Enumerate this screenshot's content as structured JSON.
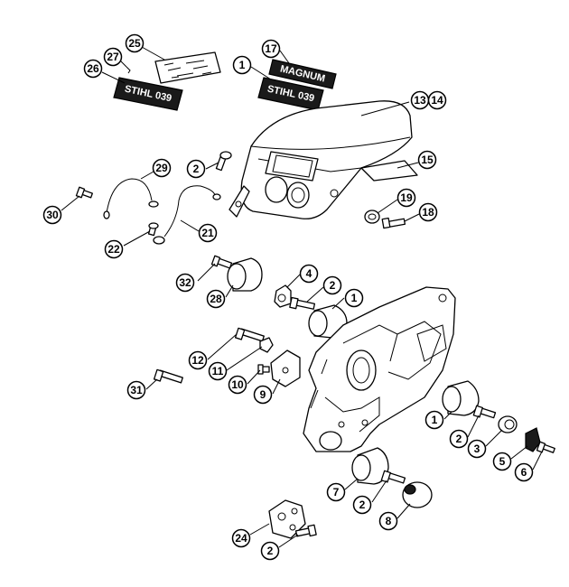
{
  "callouts": {
    "c1a": "1",
    "c1b": "1",
    "c1c": "1",
    "c2a": "2",
    "c2b": "2",
    "c2c": "2",
    "c2d": "2",
    "c2e": "2",
    "c3": "3",
    "c4": "4",
    "c5": "5",
    "c6": "6",
    "c7": "7",
    "c8": "8",
    "c9": "9",
    "c10": "10",
    "c11": "11",
    "c12": "12",
    "c13": "13",
    "c14": "14",
    "c15": "15",
    "c17": "17",
    "c18": "18",
    "c19": "19",
    "c21": "21",
    "c22": "22",
    "c24": "24",
    "c25": "25",
    "c26": "26",
    "c27": "27",
    "c28": "28",
    "c29": "29",
    "c30": "30",
    "c31": "31",
    "c32": "32"
  },
  "plates": {
    "model_plate_front": "STIHL 039",
    "model_plate_cover": "STIHL 039",
    "magnum_plate": "MAGNUM"
  }
}
